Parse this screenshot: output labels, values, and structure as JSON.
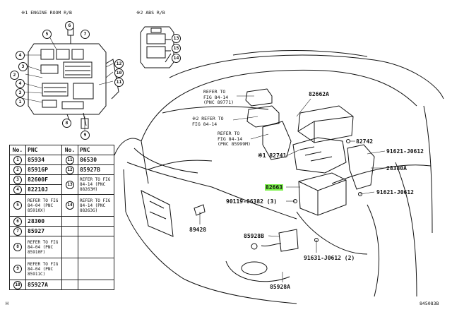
{
  "insets": {
    "engine_room_title": "※1 ENGINE ROOM R/B",
    "abs_title": "※2 ABS R/B",
    "engine_room_callouts": [
      "1",
      "2",
      "3",
      "4",
      "5",
      "6",
      "7",
      "8",
      "9",
      "10",
      "11",
      "12"
    ],
    "abs_callouts": [
      "13",
      "14",
      "15"
    ]
  },
  "table": {
    "header_no": "No.",
    "header_pnc": "PNC",
    "rows": [
      {
        "n1": "1",
        "v1": "85934",
        "n2": "11",
        "v2": "86530"
      },
      {
        "n1": "2",
        "v1": "85916P",
        "n2": "12",
        "v2": "85927B"
      },
      {
        "n1": "3",
        "v1": "82600F",
        "n2": "13",
        "v2": "REFER TO FIG 84-14 (PNC 88263M)"
      },
      {
        "n1": "4",
        "v1": "82210J",
        "n2": "",
        "v2": ""
      },
      {
        "n1": "5",
        "v1": "REFER TO FIG 84-04 (PNC 85910X)",
        "n2": "14",
        "v2": "REFER TO FIG 84-14 (PNC 88263G)"
      },
      {
        "n1": "6",
        "v1": "28300",
        "n2": "",
        "v2": ""
      },
      {
        "n1": "7",
        "v1": "85927",
        "n2": "",
        "v2": ""
      },
      {
        "n1": "8",
        "v1": "REFER TO FIG 84-04 (PNC 85910F)",
        "n2": "",
        "v2": ""
      },
      {
        "n1": "9",
        "v1": "REFER TO FIG 84-04 (PNC 85911C)",
        "n2": "",
        "v2": ""
      },
      {
        "n1": "10",
        "v1": "85927A",
        "n2": "",
        "v2": ""
      }
    ]
  },
  "labels": {
    "ref1": "REFER TO\nFIG 84-14\n(PNC 89771)",
    "ref2": "※2 REFER TO\nFIG 84-14",
    "ref3": "REFER TO\nFIG 84-14\n(PNC 85999M)",
    "p82662a": "82662A",
    "p82741": "※1 82741",
    "p82742": "82742",
    "p91621a": "91621-J0612",
    "p28380a": "28380A",
    "p82663": "82663",
    "p91621b": "91621-J0612",
    "p90119": "90119-06382 (3)",
    "p89428": "89428",
    "p85928b": "85928B",
    "p91631": "91631-J0612 (2)",
    "p85928a": "85928A",
    "corner_h": "H",
    "code": "845083B"
  },
  "colors": {
    "highlight": "#7cf24a",
    "line": "#111111"
  }
}
